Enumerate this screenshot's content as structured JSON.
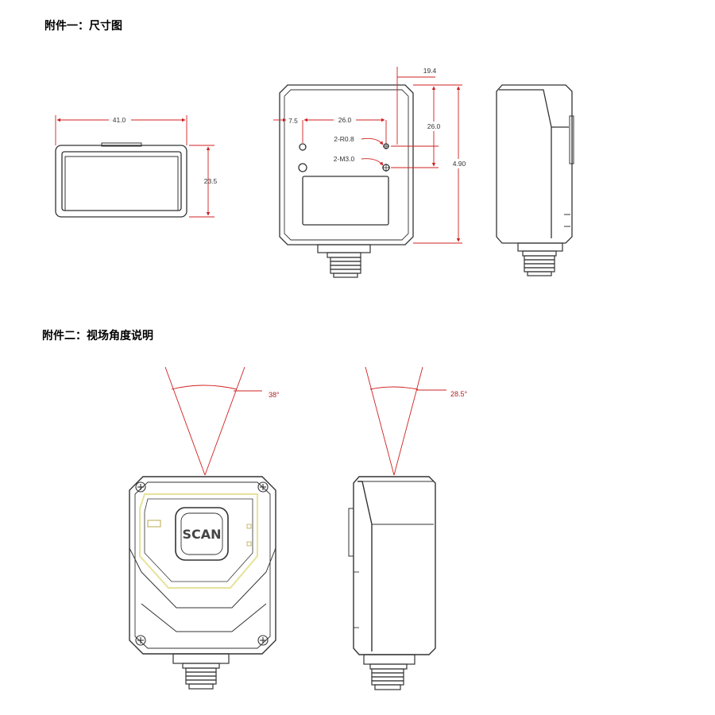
{
  "headings": {
    "section1": "附件一：尺寸图",
    "section2": "附件二：视场角度说明"
  },
  "dimensions": {
    "width": "41.0",
    "height": "23.5",
    "offset_left": "7.5",
    "hole_spacing_h": "26.0",
    "hole_label_r": "2-R0.8",
    "hole_label_m": "2-M3.0",
    "offset_top": "19.4",
    "hole_spacing_v": "26.0",
    "total_height": "4.90"
  },
  "angles": {
    "front_view": "38°",
    "side_view": "28.5°"
  },
  "device": {
    "button_label": "SCAN"
  },
  "colors": {
    "line": "#333333",
    "dimension": "#d02020",
    "outline_highlight": "#e6e29a"
  }
}
